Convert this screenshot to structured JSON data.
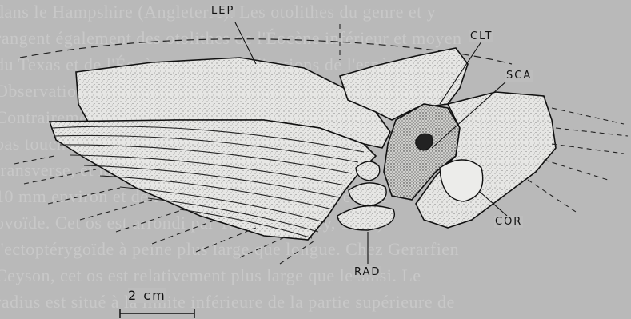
{
  "background_text": [
    "dans le Hampshire (Angleterre). Les otolithes du genre et y",
    "rangent également des otolithes de l'Éocène inférieur et moyen",
    "du Texas et de l'Éocène pour les indications de l'espèce",
    "Observations anatomiques",
    "Contrairement aux espèces décrites, le Cardinal Eruy",
    "pas touche en bas, et la forme de la ceinture",
    "transverse, et la partie antérieure est proche de la",
    "10 mm environ et de forme presque identique, et une",
    "ovoïde. Cet os est arrondi par Tarpon (Gidley, 1919)",
    "l'ectoptérygoïde à peine plus large que longue. Chez Gerarfien",
    "Ceyson, cet os est relativement plus large que le sinsi. Le",
    "radius est situé à la limite inférieure de la partie supérieure de"
  ],
  "labels": {
    "lep": "LEP",
    "clt": "CLT",
    "sca": "SCA",
    "rad": "RAD",
    "cor": "COR"
  },
  "scale_bar": {
    "label": "2 cm",
    "length_cm": 2
  }
}
